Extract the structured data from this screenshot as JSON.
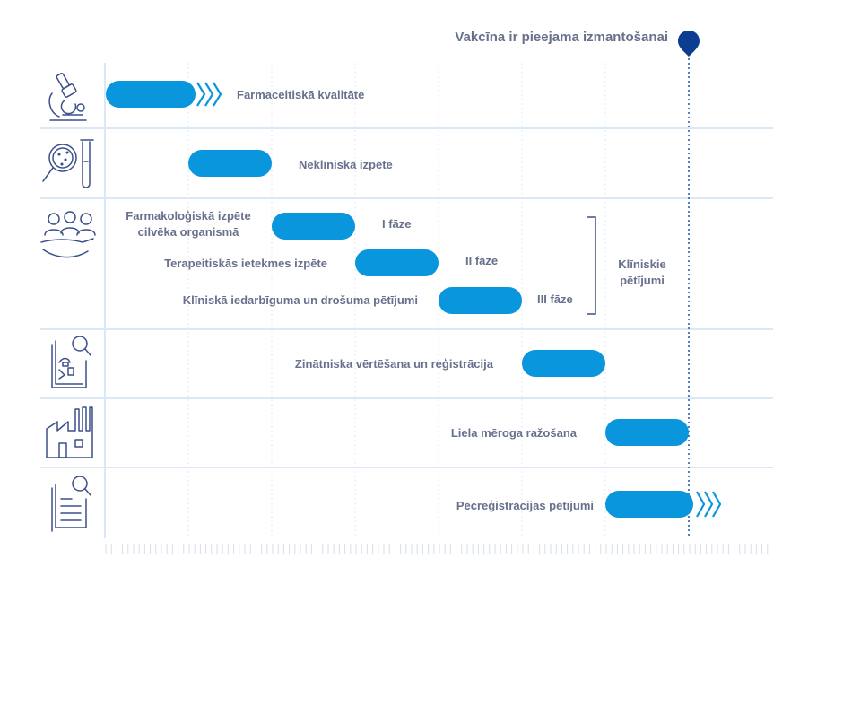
{
  "milestone": {
    "label": "Vakcīna ir pieejama izmantošanai",
    "color": "#0d3d91"
  },
  "colors": {
    "bar": "#0a96dc",
    "separator": "#dbe8f5",
    "icon": "#3c4f8a",
    "text": "#68708c",
    "bracket": "#3c4f8a"
  },
  "rows": [
    {
      "icon": "microscope-icon",
      "bars": [
        {
          "label": "Farmaceitiskā kvalitāte",
          "arrows": true
        }
      ]
    },
    {
      "icon": "magnifier-test-tube-icon",
      "bars": [
        {
          "label": "Neklīniskā izpēte"
        }
      ]
    },
    {
      "icon": "people-hand-icon",
      "bars": [
        {
          "label": "Farmakoloģiskā izpēte cilvēka organismā",
          "phase": "I fāze"
        },
        {
          "label": "Terapeitiskās ietekmes izpēte",
          "phase": "II fāze"
        },
        {
          "label": "Klīniskā iedarbīguma un drošuma pētījumi",
          "phase": "III fāze"
        }
      ],
      "group_label": "Klīniskie pētījumi"
    },
    {
      "icon": "document-research-icon",
      "bars": [
        {
          "label": "Zinātniska vērtēšana un reģistrācija"
        }
      ]
    },
    {
      "icon": "factory-icon",
      "bars": [
        {
          "label": "Liela mēroga ražošana"
        }
      ]
    },
    {
      "icon": "document-search-icon",
      "bars": [
        {
          "label": "Pēcreģistrācijas pētījumi",
          "arrows": true
        }
      ]
    }
  ]
}
